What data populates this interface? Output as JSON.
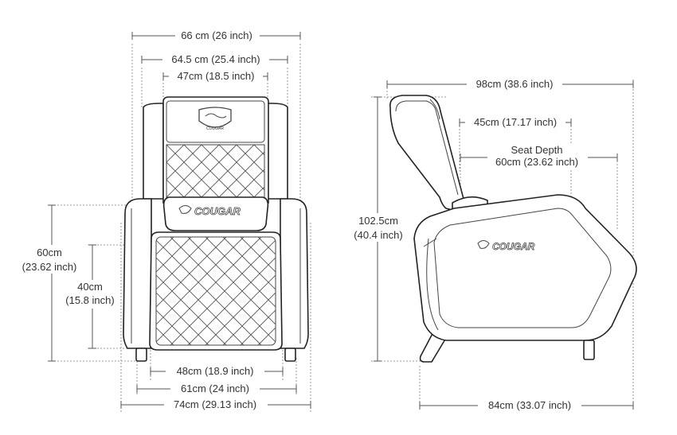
{
  "brand": {
    "logo_text": "COUGAR"
  },
  "front_view": {
    "overall_width": "66 cm (26 inch)",
    "backrest_width": "64.5 cm (25.4 inch)",
    "headrest_width": "47cm (18.5 inch)",
    "total_height_line1": "60cm",
    "total_height_line2": "(23.62 inch)",
    "seat_height_line1": "40cm",
    "seat_height_line2": "(15.8 inch)",
    "seat_width": "48cm (18.9 inch)",
    "base_width": "61cm (24 inch)",
    "full_width": "74cm (29.13 inch)"
  },
  "side_view": {
    "recline_length": "98cm (38.6 inch)",
    "arm_length": "45cm (17.17 inch)",
    "seat_depth_label": "Seat Depth",
    "seat_depth_value": "60cm (23.62 inch)",
    "height_line1": "102.5cm",
    "height_line2": "(40.4 inch)",
    "depth": "84cm (33.07 inch)"
  }
}
